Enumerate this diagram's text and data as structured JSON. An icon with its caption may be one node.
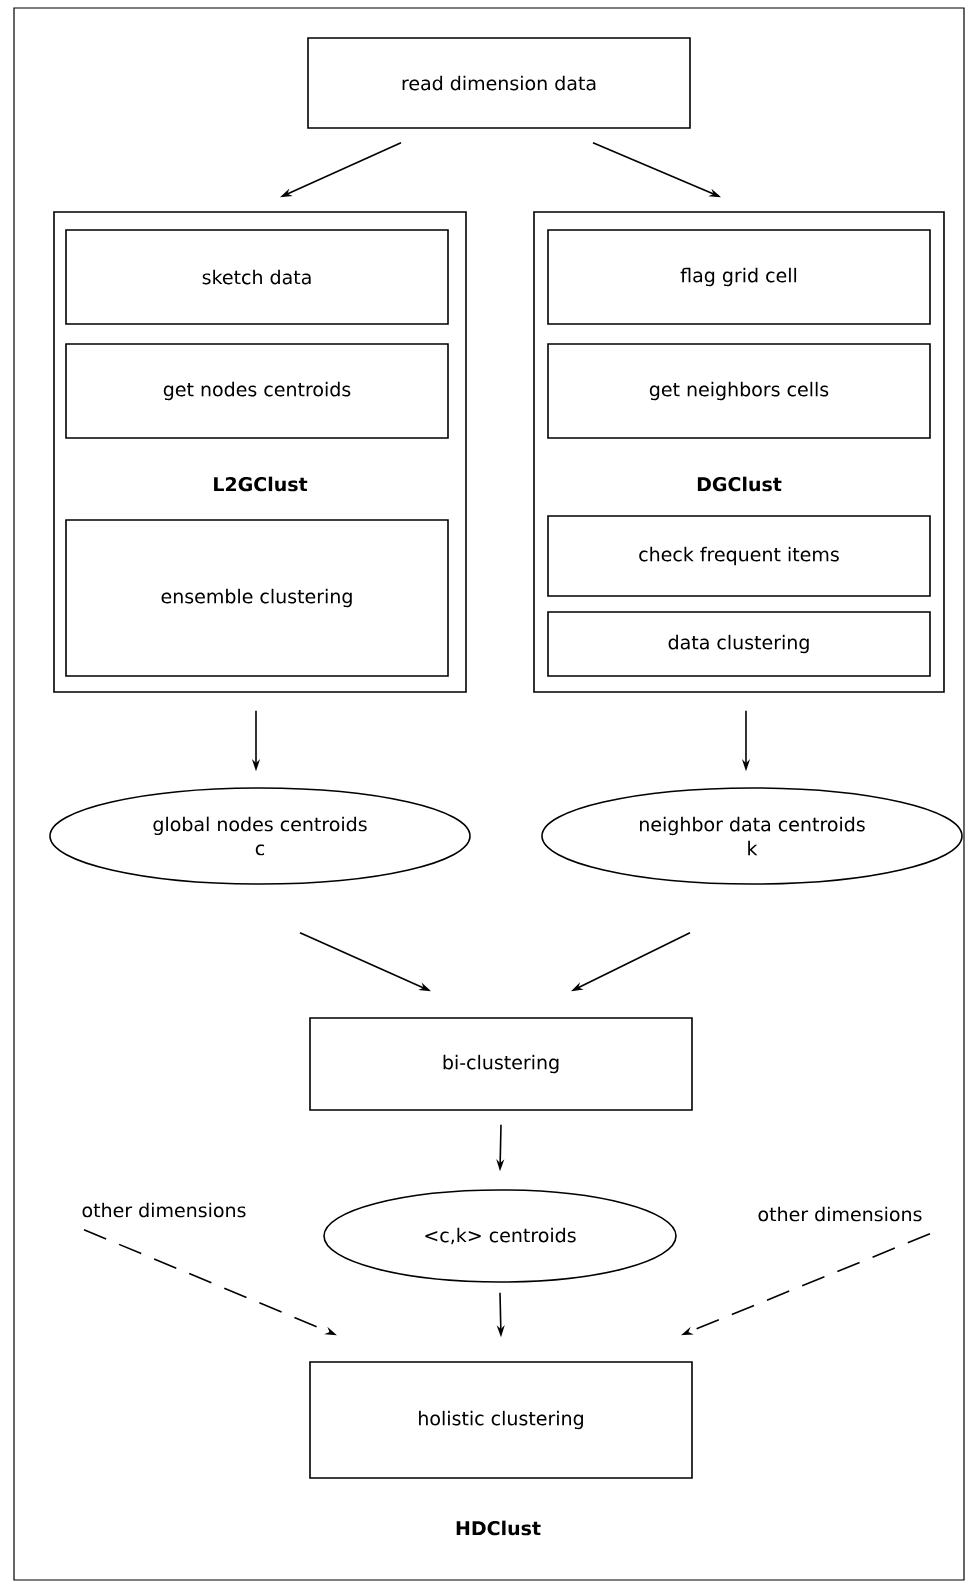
{
  "diagram": {
    "nodes": [
      {
        "text": [
          "HDClust"
        ]
      },
      {
        "text": [
          "read dimension data"
        ],
        "in": 0
      },
      {
        "text": [
          "L2GClust"
        ],
        "in": 0
      },
      {
        "text": [
          "sketch data"
        ],
        "in": 2
      },
      {
        "text": [
          "get nodes centroids"
        ],
        "in": 2
      },
      {
        "text": [
          "ensemble clustering"
        ],
        "in": 2
      },
      {
        "text": [
          "DGClust"
        ],
        "in": 0
      },
      {
        "text": [
          "flag grid cell"
        ],
        "in": 6
      },
      {
        "text": [
          "get neighbors cells"
        ],
        "in": 6
      },
      {
        "text": [
          "check frequent items"
        ],
        "in": 6
      },
      {
        "text": [
          "data clustering"
        ],
        "in": 6
      },
      {
        "text": [
          "global nodes centroids",
          "c"
        ],
        "in": 0
      },
      {
        "text": [
          "neighbor data centroids",
          "k"
        ],
        "in": 0
      },
      {
        "text": [
          "bi-clustering"
        ],
        "in": 0
      },
      {
        "text": [
          "<c,k> centroids"
        ],
        "in": 0
      },
      {
        "text": [
          "other dimensions"
        ],
        "in": 0
      },
      {
        "text": [
          "other dimensions"
        ],
        "in": 0
      },
      {
        "text": [
          "holistic clustering"
        ],
        "in": 0
      }
    ],
    "edges": [
      {
        "from": 1,
        "to": 2,
        "arrow": "to"
      },
      {
        "from": 1,
        "to": 6,
        "arrow": "to"
      },
      {
        "from": 2,
        "to": 11,
        "arrow": "to"
      },
      {
        "from": 6,
        "to": 12,
        "arrow": "to"
      },
      {
        "from": 11,
        "to": 13,
        "arrow": "to"
      },
      {
        "from": 12,
        "to": 13,
        "arrow": "to"
      },
      {
        "from": 13,
        "to": 14,
        "arrow": "to"
      },
      {
        "from": 14,
        "to": 17,
        "arrow": "to"
      },
      {
        "from": 15,
        "to": 17,
        "arrow": "to",
        "style": "dashed"
      },
      {
        "from": 16,
        "to": 17,
        "arrow": "to",
        "style": "dashed"
      }
    ]
  }
}
